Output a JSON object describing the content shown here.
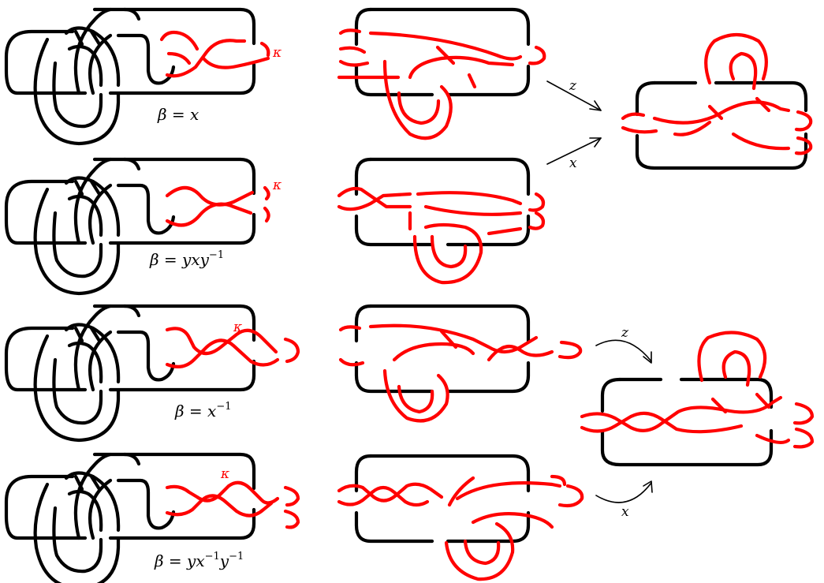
{
  "knot_label": "κ",
  "captions": [
    {
      "text": "β = x",
      "sup": ""
    },
    {
      "text": "β = yxy",
      "sup": "−1"
    },
    {
      "text": "β = x",
      "sup": "−1"
    },
    {
      "text": "β = yx",
      "sup": "−1",
      "tail": "y",
      "tail_sup": "−1"
    }
  ],
  "arrows": {
    "upper": {
      "top": "z",
      "bottom": "x"
    },
    "lower": {
      "top": "z",
      "bottom": "x"
    }
  },
  "colors": {
    "knot": "#000000",
    "component": "#ff0000"
  }
}
